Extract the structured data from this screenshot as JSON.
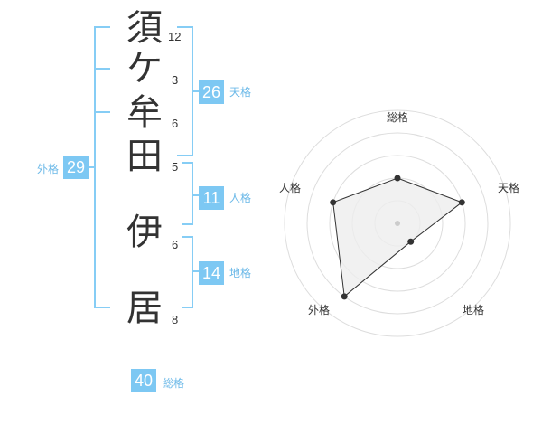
{
  "colors": {
    "accent": "#86cdf5",
    "badge_bg": "#7dc8f3",
    "label": "#6cb9e8",
    "text": "#333333",
    "radar_grid": "#dddddd",
    "radar_fill": "#eeeeee"
  },
  "name": {
    "chars": [
      {
        "char": "須",
        "strokes": "12"
      },
      {
        "char": "ケ",
        "strokes": "3"
      },
      {
        "char": "牟",
        "strokes": "6"
      },
      {
        "char": "田",
        "strokes": "5"
      },
      {
        "char": "伊",
        "strokes": "6"
      },
      {
        "char": "居",
        "strokes": "8"
      }
    ]
  },
  "fortune": {
    "tenkaku": {
      "value": "26",
      "label": "天格"
    },
    "jinkaku": {
      "value": "11",
      "label": "人格"
    },
    "chikaku": {
      "value": "14",
      "label": "地格"
    },
    "gaikaku": {
      "value": "29",
      "label": "外格"
    },
    "soukaku": {
      "value": "40",
      "label": "総格"
    }
  },
  "radar": {
    "labels": [
      "総格",
      "天格",
      "地格",
      "外格",
      "人格"
    ],
    "max": 5,
    "values": [
      2,
      3,
      1,
      4,
      3
    ]
  }
}
